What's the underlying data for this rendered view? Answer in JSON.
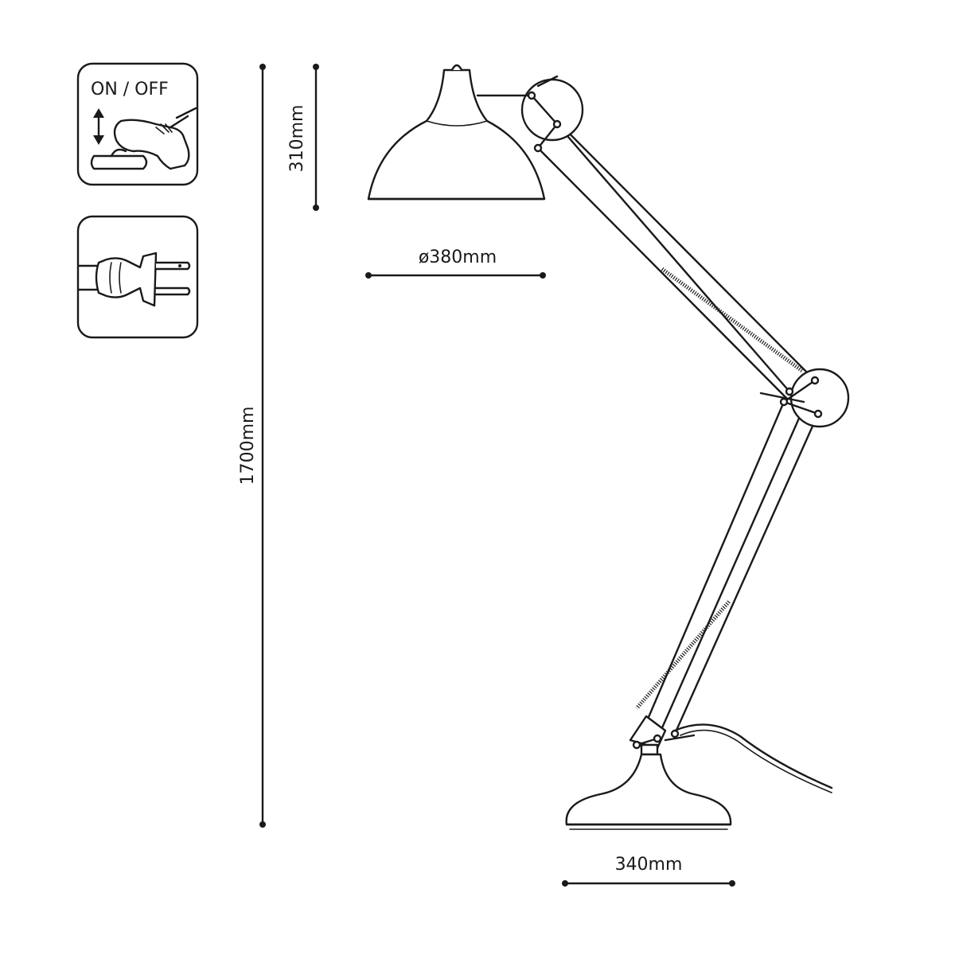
{
  "icons": {
    "switch_label": "ON / OFF",
    "switch_icon": "foot-switch-icon",
    "plug_icon": "plug-icon"
  },
  "dimensions": {
    "total_height": "1700mm",
    "shade_height": "310mm",
    "shade_diameter": "ø380mm",
    "base_width": "340mm"
  },
  "colors": {
    "ink": "#1a1a1a",
    "background": "#ffffff"
  }
}
